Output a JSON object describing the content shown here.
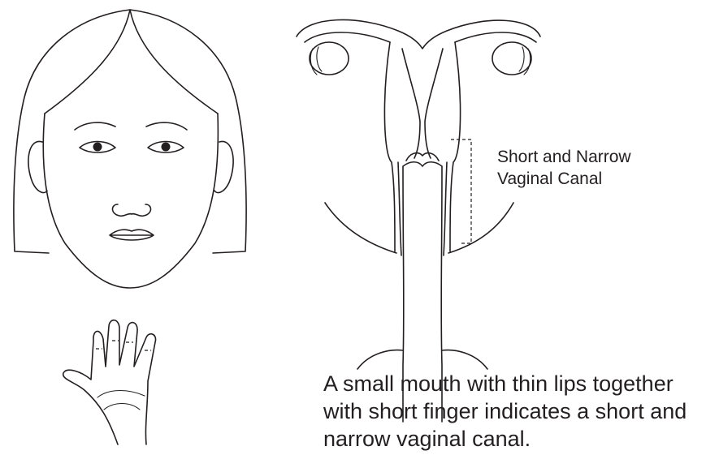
{
  "labels": {
    "canal": [
      "Short and Narrow",
      "Vaginal Canal"
    ]
  },
  "caption": [
    "A small mouth with thin lips together",
    "with short finger indicates a short and",
    "narrow vaginal canal."
  ]
}
